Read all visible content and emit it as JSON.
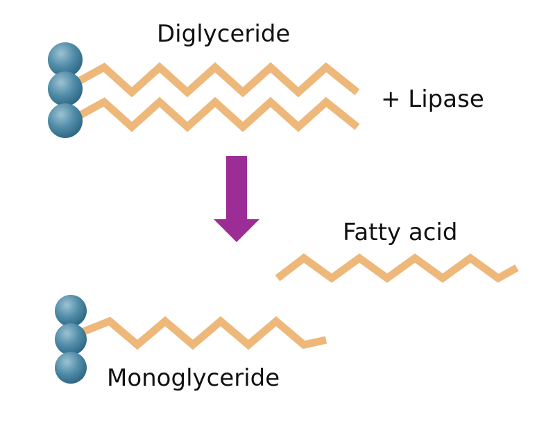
{
  "labels": {
    "diglyceride": "Diglyceride",
    "lipase": "+ Lipase",
    "fatty_acid": "Fatty acid",
    "monoglyceride": "Monoglyceride"
  },
  "colors": {
    "chain": "#EDB87A",
    "glycerol_light": "#86B2C6",
    "glycerol_dark": "#2F6A85",
    "arrow": "#9C2C96",
    "text": "#111111"
  }
}
